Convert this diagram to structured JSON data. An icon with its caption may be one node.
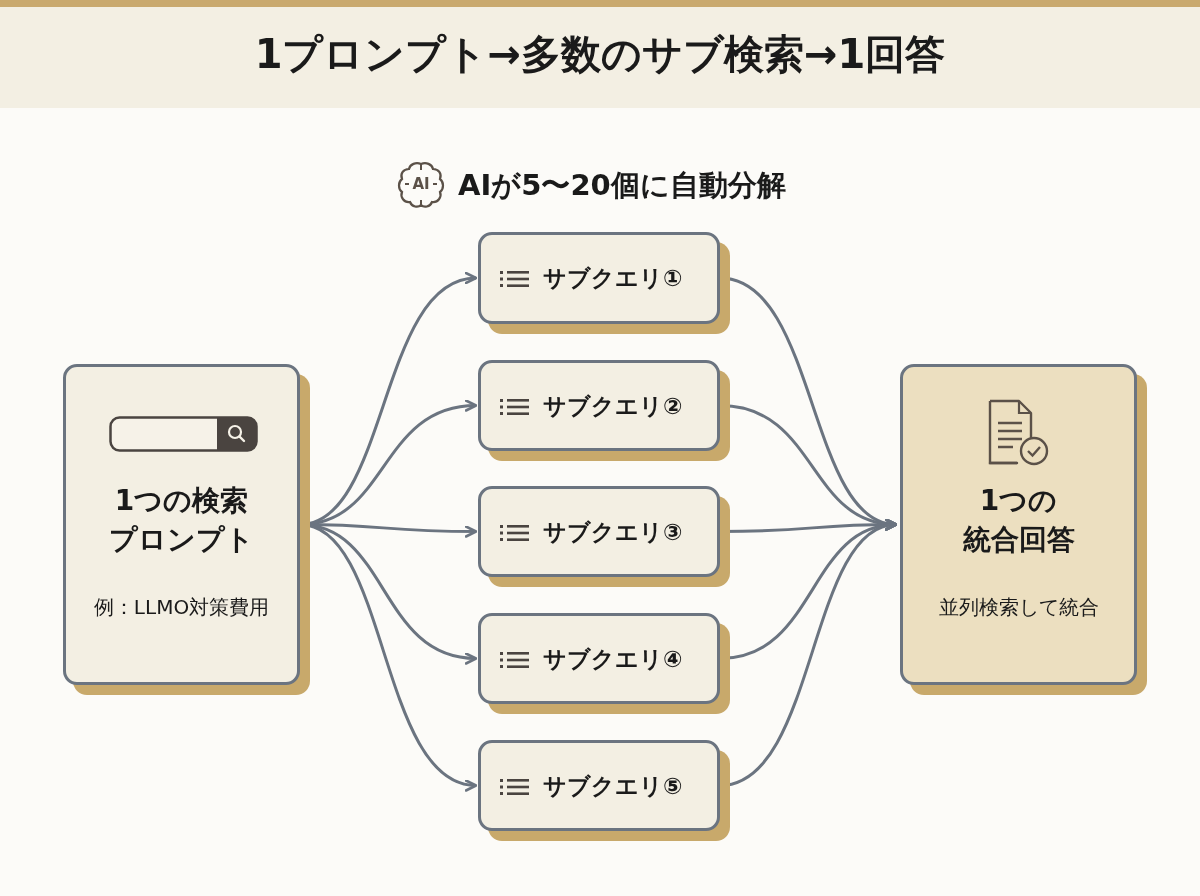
{
  "diagram": {
    "title": "1プロンプト→多数のサブ検索→1回答",
    "nodes": [
      {
        "text": [
          "1つの検索プロンプト",
          "例：LLMO対策費用"
        ]
      },
      {
        "text": [
          "サブクエリ①"
        ]
      },
      {
        "text": [
          "サブクエリ②"
        ]
      },
      {
        "text": [
          "サブクエリ③"
        ]
      },
      {
        "text": [
          "サブクエリ④"
        ]
      },
      {
        "text": [
          "サブクエリ⑤"
        ]
      },
      {
        "text": [
          "1つの統合回答",
          "並列検索して統合"
        ]
      }
    ],
    "edges": [
      {
        "from": 0,
        "to": 1,
        "arrow": "to"
      },
      {
        "from": 0,
        "to": 2,
        "arrow": "to"
      },
      {
        "from": 0,
        "to": 3,
        "arrow": "to"
      },
      {
        "from": 0,
        "to": 4,
        "arrow": "to"
      },
      {
        "from": 0,
        "to": 5,
        "arrow": "to"
      },
      {
        "from": 1,
        "to": 6,
        "arrow": "to"
      },
      {
        "from": 2,
        "to": 6,
        "arrow": "to"
      },
      {
        "from": 3,
        "to": 6,
        "arrow": "to"
      },
      {
        "from": 4,
        "to": 6,
        "arrow": "to"
      },
      {
        "from": 5,
        "to": 6,
        "arrow": "to"
      }
    ],
    "labels": [
      "AI",
      "AIが5〜20個に自動分解"
    ]
  }
}
